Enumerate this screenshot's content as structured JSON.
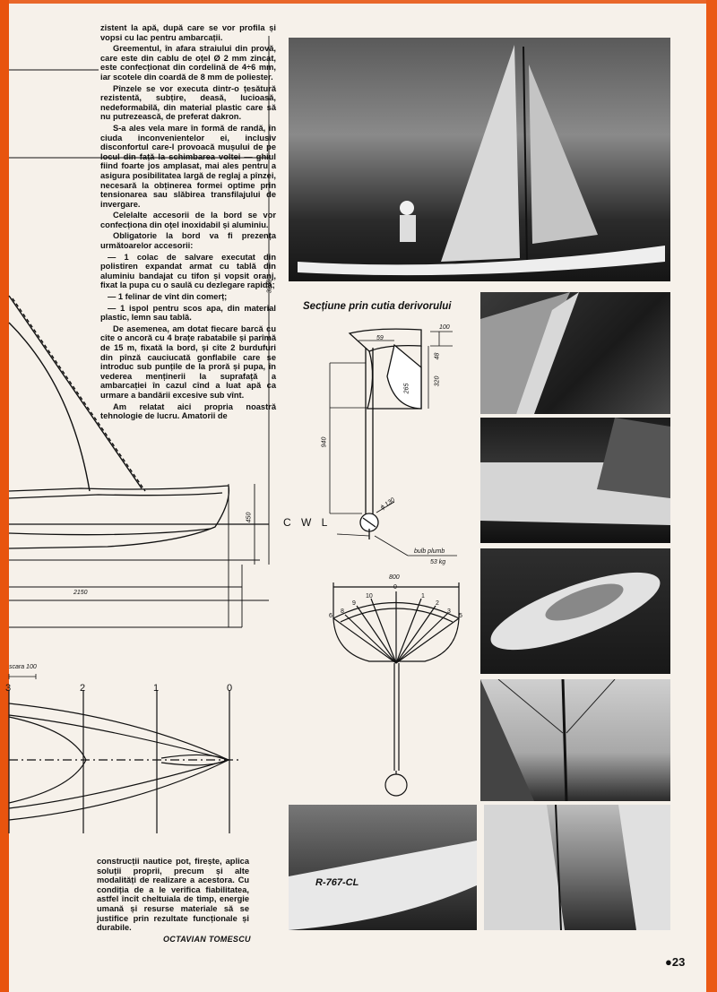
{
  "article": {
    "paragraphs": [
      "zistent la apă, după care se vor profila și vopsi cu lac pentru ambarcații.",
      "Greementul, în afara straiului din provă, care este din cablu de oțel Ø 2 mm zincat, este confecționat din cordelină de 4÷6 mm, iar scotele din coardă de 8 mm de poliester.",
      "Pînzele se vor executa dintr-o țesătură rezistentă, subțire, deasă, lucioasă, nedeformabilă, din material plastic care să nu putrezească, de preferat dakron.",
      "S-a ales vela mare în formă de randă, în ciuda inconvenientelor ei, inclusiv disconfortul care-l provoacă mușului de pe locul din față la schimbarea voltei — ghiul fiind foarte jos amplasat, mai ales pentru a asigura posibilitatea largă de reglaj a pînzei, necesară la obținerea formei optime prin tensionarea sau slăbirea transfilajului de invergare.",
      "Celelalte accesorii de la bord se vor confecționa din oțel inoxidabil și aluminiu.",
      "Obligatorie la bord va fi prezența următoarelor accesorii:",
      "— 1 colac de salvare executat din polistiren expandat armat cu tablă din aluminiu bandajat cu tifon și vopsit oranj, fixat la pupa cu o saulă cu dezlegare rapidă;",
      "— 1 felinar de vînt din comerț;",
      "— 1 ispol pentru scos apa, din material plastic, lemn sau tablă.",
      "De asemenea, am dotat fiecare barcă cu cîte o ancoră cu 4 brațe rabatabile și parîmă de 15 m, fixată la bord, și cîte 2 burdufuri din pînză cauciucată gonflabile care se introduc sub punțile de la proră și pupa, în vederea menținerii la suprafață a ambarcației în cazul cînd a luat apă ca urmare a bandării excesive sub vînt.",
      "Am relatat aici propria noastră tehnologie de lucru. Amatorii de"
    ],
    "closing_paragraph": "construcții nautice pot, firește, aplica soluții proprii, precum și alte modalități de realizare a acestora. Cu condiția de a le verifica fiabilitatea, astfel încît cheltuiala de timp, energie umană și resurse materiale să se justifice prin rezultate funcționale și durabile.",
    "author": "OCTAVIAN TOMESCU",
    "page_number": "●23"
  },
  "diagram": {
    "section_title": "Secțiune prin cutia derivorului",
    "cwl_label": "C W L",
    "dims": {
      "height_total": "3240",
      "length": "2150",
      "waterline": "450",
      "keel_depth": "940",
      "box_width": "100",
      "box_top": "59",
      "box_height": "320",
      "box_inner": "265",
      "small_top": "48",
      "bulb_diameter": "ϕ 130",
      "bulb_label": "bulb plumb",
      "bulb_weight": "53 kg",
      "beam": "800",
      "scale_label": "scara 100"
    },
    "plan_stations": [
      "3",
      "2",
      "1",
      "0"
    ],
    "section_stations_left": [
      "6",
      "8",
      "9",
      "10"
    ],
    "section_stations_center": "0",
    "section_stations_right": [
      "1",
      "2",
      "3",
      "5"
    ],
    "hull_registration": "R-767-CL"
  }
}
